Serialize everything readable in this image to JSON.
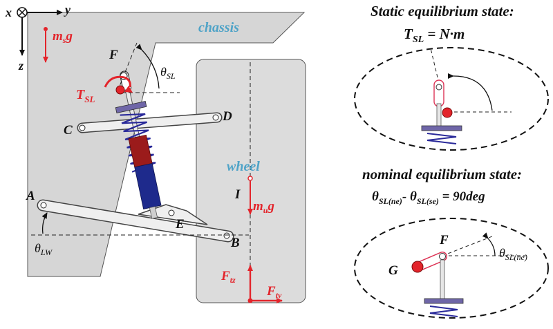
{
  "axes": {
    "x": "x",
    "y": "y",
    "z": "z"
  },
  "colors": {
    "force": "#e3242b",
    "chassis_fill": "#d6d6d6",
    "wheel_fill": "#dcdcdc",
    "spring": "#2a2a9a",
    "damper_red": "#9b1b1b",
    "damper_blue": "#1e2a8c",
    "label_cyan": "#4fa3c7",
    "spring_seat": "#6f66a8"
  },
  "labels": {
    "ms": "m",
    "ms_sub": "s",
    "ms_g": "g",
    "chassis": "chassis",
    "wheel": "wheel",
    "F": "F",
    "theta": "θ",
    "theta_sl_sub": "SL",
    "T": "T",
    "T_sub": "SL",
    "C": "C",
    "D": "D",
    "A": "A",
    "E": "E",
    "B": "B",
    "I": "I",
    "mu": "m",
    "mu_sub": "u",
    "mu_g": "g",
    "theta_lw_sub": "LW",
    "Ftz": "F",
    "Ftz_sub": "tz",
    "Fty": "F",
    "Fty_sub": "ty"
  },
  "static_panel": {
    "title": "Static equilibrium state:",
    "eq_T": "T",
    "eq_T_sub": "SL",
    "eq_rhs": " = N·m"
  },
  "nominal_panel": {
    "title": "nominal equilibrium state:",
    "theta1": "θ",
    "theta1_sub": "SL(ne)",
    "minus": "- ",
    "theta2": "θ",
    "theta2_sub": "SL(se)",
    "rhs": " = 90deg",
    "F": "F",
    "G": "G",
    "theta_ne": "θ",
    "theta_ne_sub": "SL(ne)"
  }
}
